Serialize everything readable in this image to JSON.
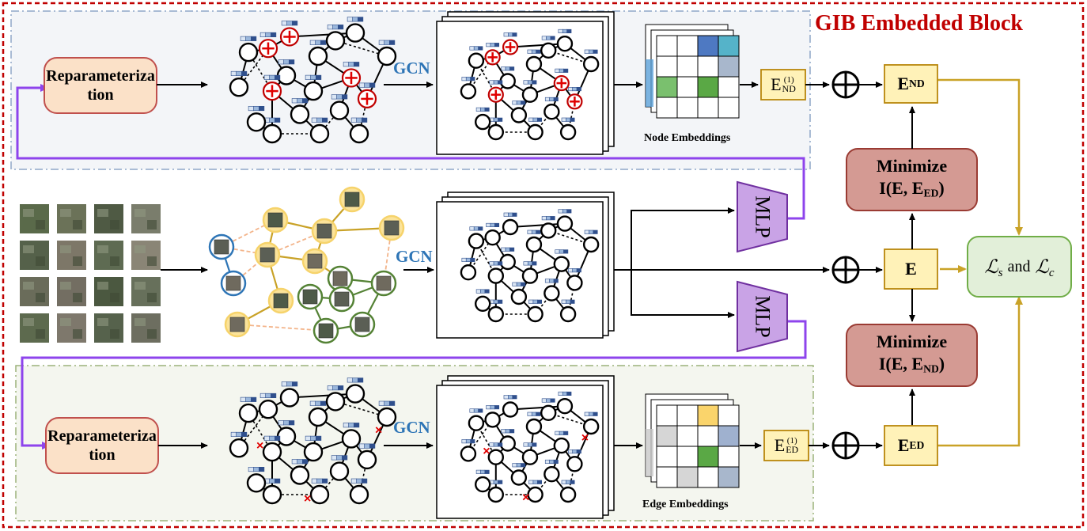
{
  "title": "GIB Embedded Block",
  "modules": {
    "reparam_top": [
      "Reparameteriza",
      "tion"
    ],
    "reparam_bottom": [
      "Reparameteriza",
      "tion"
    ],
    "gcn": "GCN",
    "mlp": "MLP",
    "node_embeddings": "Node Embeddings",
    "edge_embeddings": "Edge Embeddings"
  },
  "embeddings": {
    "end_main": "E",
    "end_sub": "ND",
    "end_sup": "(1)",
    "eed_main": "E",
    "eed_sub": "ED",
    "eed_sup": "(1)",
    "e_nd_main": "E",
    "e_nd_sub": "ND",
    "e": "E",
    "e_ed_main": "E",
    "e_ed_sub": "ED"
  },
  "minimize_top": {
    "line1": "Minimize",
    "line2_a": "I(E, E",
    "line2_sub": "ED",
    "line2_b": ")"
  },
  "minimize_bottom": {
    "line1": "Minimize",
    "line2_a": "I(E, E",
    "line2_sub": "ND",
    "line2_b": ")"
  },
  "loss": {
    "s1": "ℒ",
    "s1_sub": "s",
    "and": "and",
    "s2": "ℒ",
    "s2_sub": "c"
  },
  "colors": {
    "border_red": "#c00000",
    "reparam_fill": "#fbe1c8",
    "reparam_stroke": "#c0504d",
    "emb_fill": "#fff2b8",
    "emb_stroke": "#b8860b",
    "minimize_fill": "#d49a93",
    "minimize_stroke": "#9a3b33",
    "loss_fill": "#e2efd9",
    "loss_stroke": "#70ad47",
    "mlp_fill": "#c9a3e6",
    "mlp_stroke": "#7030a0",
    "gold_line": "#c9a227",
    "purple_line": "#8e44ec",
    "gcn_blue": "#2e75b6"
  }
}
